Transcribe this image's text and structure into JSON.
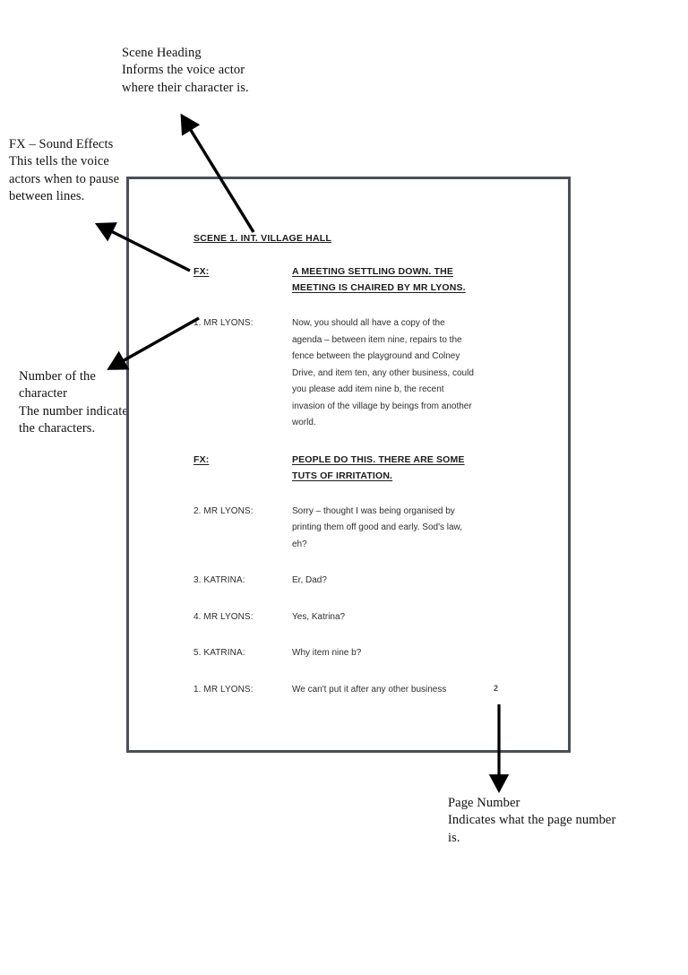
{
  "annotations": {
    "scene_heading": "Scene Heading\nInforms the voice actor where their character is.",
    "fx": "FX – Sound Effects\nThis tells the voice actors when to pause between lines.",
    "character_number": "Number of the character\nThe number indicates the characters.",
    "page_number": "Page Number\nIndicates what the page number is."
  },
  "script": {
    "scene_heading": "SCENE 1. INT. VILLAGE HALL",
    "fx_blocks": [
      {
        "label": "FX:",
        "lines": [
          "A MEETING SETTLING DOWN. THE",
          "MEETING IS CHAIRED BY MR LYONS."
        ]
      },
      {
        "label": "FX:",
        "lines": [
          "PEOPLE DO THIS. THERE ARE SOME",
          "TUTS OF IRRITATION."
        ]
      }
    ],
    "dialogue": [
      {
        "cue": "1. MR LYONS:",
        "lines": [
          "Now, you should all have a copy of the",
          "agenda – between item nine, repairs to the",
          "fence between the playground and Colney",
          "Drive, and item ten, any other business, could",
          "you please add item nine b, the recent",
          "invasion of the village by beings from another",
          "world."
        ]
      },
      {
        "cue": "2. MR LYONS:",
        "lines": [
          "Sorry – thought I was being organised by",
          "printing them off good and early. Sod's law,",
          "eh?"
        ]
      },
      {
        "cue": "3. KATRINA:",
        "lines": [
          "Er, Dad?"
        ]
      },
      {
        "cue": "4. MR LYONS:",
        "lines": [
          "Yes, Katrina?"
        ]
      },
      {
        "cue": "5. KATRINA:",
        "lines": [
          "Why item nine b?"
        ]
      },
      {
        "cue": "1. MR LYONS:",
        "lines": [
          "We can't put it after any other business"
        ]
      }
    ],
    "page_number": "2"
  },
  "colors": {
    "frame_border": "#4a4f55",
    "arrow": "#000000",
    "script_text": "#2d2d2d",
    "annotation_text": "#111111"
  }
}
